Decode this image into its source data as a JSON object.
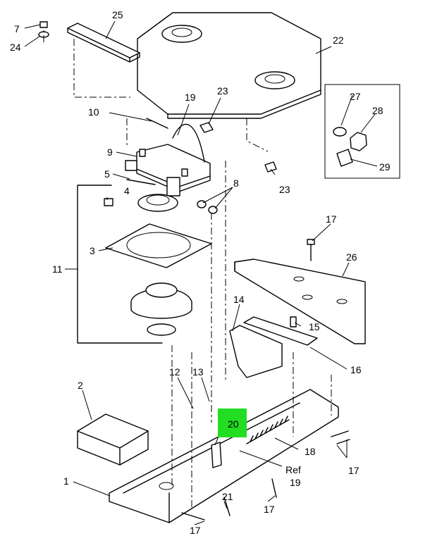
{
  "callouts": {
    "c1": "1",
    "c2": "2",
    "c3": "3",
    "c4": "4",
    "c5": "5",
    "c7": "7",
    "c8": "8",
    "c9": "9",
    "c10": "10",
    "c11": "11",
    "c12": "12",
    "c13": "13",
    "c14": "14",
    "c15": "15",
    "c16": "16",
    "c17a": "17",
    "c17b": "17",
    "c17c": "17",
    "c17d": "17",
    "c18": "18",
    "c19a": "19",
    "c19b": "19",
    "c20": "20",
    "c21": "21",
    "c22": "22",
    "c23a": "23",
    "c23b": "23",
    "c24": "24",
    "c25": "25",
    "c26": "26",
    "c27": "27",
    "c28": "28",
    "c29": "29",
    "ref": "Ref"
  },
  "highlight": {
    "part": "20",
    "color": "#22dd22"
  }
}
